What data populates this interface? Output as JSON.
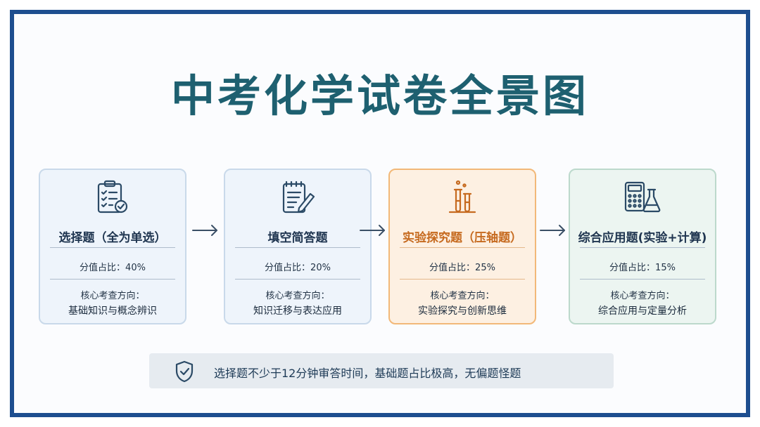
{
  "title": "中考化学试卷全景图",
  "cards": [
    {
      "name": "选择题（全为单选）",
      "score": "分值占比：40%",
      "direction_label": "核心考查方向：",
      "direction": "基础知识与概念辨识",
      "icon": "checklist-clipboard-icon"
    },
    {
      "name": "填空简答题",
      "score": "分值占比：20%",
      "direction_label": "核心考查方向：",
      "direction": "知识迁移与表达应用",
      "icon": "notepad-pencil-icon"
    },
    {
      "name": "实验探究题（压轴题）",
      "score": "分值占比：25%",
      "direction_label": "核心考查方向：",
      "direction": "实验探究与创新思维",
      "icon": "test-tube-icon"
    },
    {
      "name": "综合应用题(实验+计算)",
      "score": "分值占比：15%",
      "direction_label": "核心考查方向：",
      "direction": "综合应用与定量分析",
      "icon": "calculator-flask-icon"
    }
  ],
  "note": "选择题不少于12分钟审答时间，基础题占比极高，无偏题怪题",
  "colors": {
    "frame": "#1d4e8f",
    "title": "#1e6070",
    "highlight": "#f2b878",
    "icon": "#2b4a66"
  }
}
